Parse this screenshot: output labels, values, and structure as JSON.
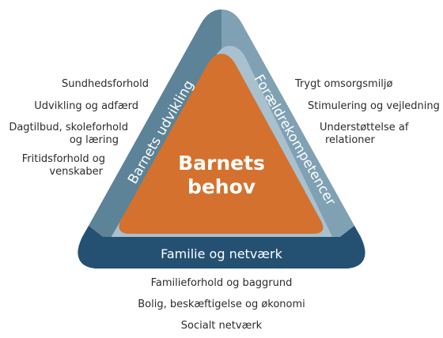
{
  "center_title": {
    "line1": "Barnets",
    "line2": "behov"
  },
  "sides": {
    "left": "Barnets udvikling",
    "right": "Forældrekompetencer",
    "bottom": "Familie og netværk"
  },
  "left_labels": [
    {
      "lines": [
        "Sundhedsforhold"
      ]
    },
    {
      "lines": [
        "Udvikling og adfærd"
      ]
    },
    {
      "lines": [
        "Dagtilbud, skoleforhold",
        "og læring"
      ]
    },
    {
      "lines": [
        "Fritidsforhold og",
        "venskaber"
      ]
    }
  ],
  "right_labels": [
    {
      "lines": [
        "Trygt omsorgsmiljø"
      ]
    },
    {
      "lines": [
        "Stimulering og vejledning"
      ]
    },
    {
      "lines": [
        "Understøttelse af",
        "relationer"
      ]
    }
  ],
  "bottom_labels": [
    "Familieforhold og baggrund",
    "Bolig, beskæftigelse og økonomi",
    "Socialt netværk"
  ],
  "colors": {
    "outer_left": "#5c8397",
    "outer_right": "#7fa1b3",
    "outer_bottom": "#2e5975",
    "inner_right": "#a9c1cf",
    "bottom_band": "#245072",
    "center": "#d4712e"
  }
}
